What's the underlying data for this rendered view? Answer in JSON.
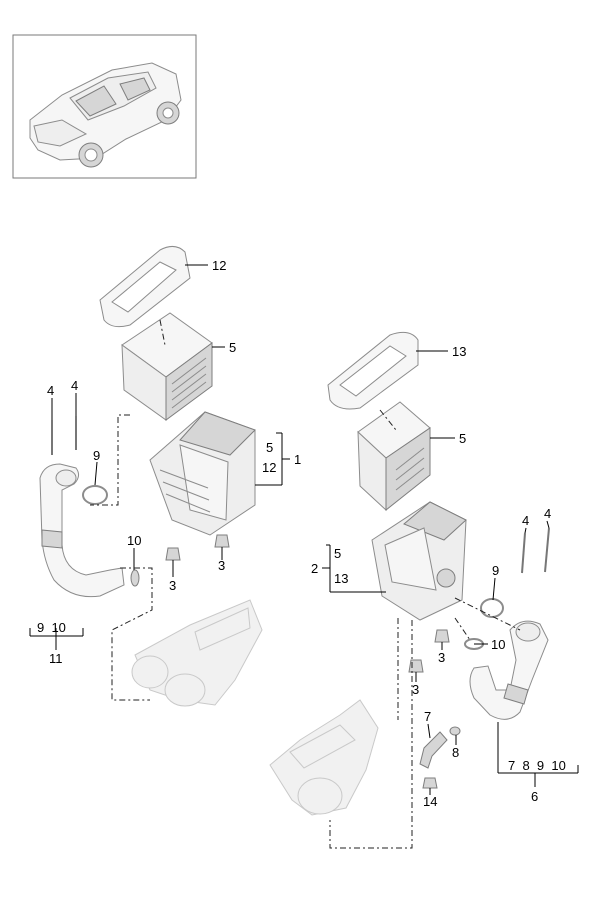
{
  "callouts": {
    "c12": "12",
    "c5_top": "5",
    "c13": "13",
    "c5_right": "5",
    "g1_a": "5",
    "g1_b": "12",
    "g1_num": "1",
    "g2_a": "5",
    "g2_b": "13",
    "g2_num": "2",
    "c4_l1": "4",
    "c4_l2": "4",
    "c9_left": "9",
    "c10_left": "10",
    "c3_l1": "3",
    "c3_l2": "3",
    "g11_items": "9  10",
    "g11_num": "11",
    "c4_r1": "4",
    "c4_r2": "4",
    "c9_right": "9",
    "c10_right": "10",
    "c3_r1": "3",
    "c3_r2": "3",
    "c7": "7",
    "c8": "8",
    "c14": "14",
    "g6_items": "7  8  9  10",
    "g6_num": "6"
  }
}
